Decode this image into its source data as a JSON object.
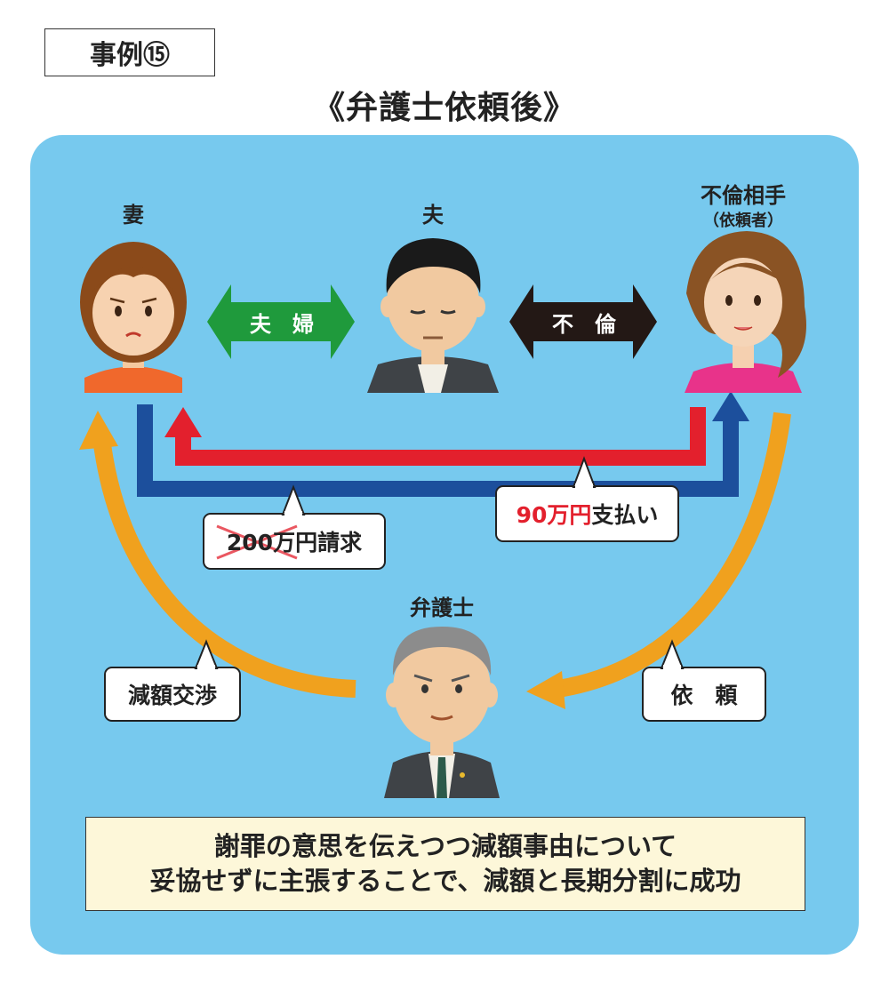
{
  "case_label": "事例⑮",
  "title": "《弁護士依頼後》",
  "people": {
    "wife": "妻",
    "husband": "夫",
    "partner": "不倫相手",
    "partner_note": "（依頼者）",
    "lawyer": "弁護士"
  },
  "relations": {
    "marriage": "夫　婦",
    "affair": "不　倫"
  },
  "bubbles": {
    "claim_amount": "200万円",
    "claim_suffix": "請求",
    "payment_amount": "90万円",
    "payment_suffix": "支払い",
    "negotiation": "減額交渉",
    "request": "依　頼"
  },
  "summary": {
    "line1": "謝罪の意思を伝えつつ減額事由について",
    "line2": "妥協せずに主張することで、減額と長期分割に成功"
  },
  "colors": {
    "panel": "#77c9ee",
    "marriage_arrow": "#1f9a3c",
    "affair_arrow": "#231815",
    "payment_arrow": "#e3202d",
    "claim_arrow": "#1c4f9c",
    "lawyer_arrows": "#f0a11e",
    "summary_bg": "#fdf7d9"
  }
}
